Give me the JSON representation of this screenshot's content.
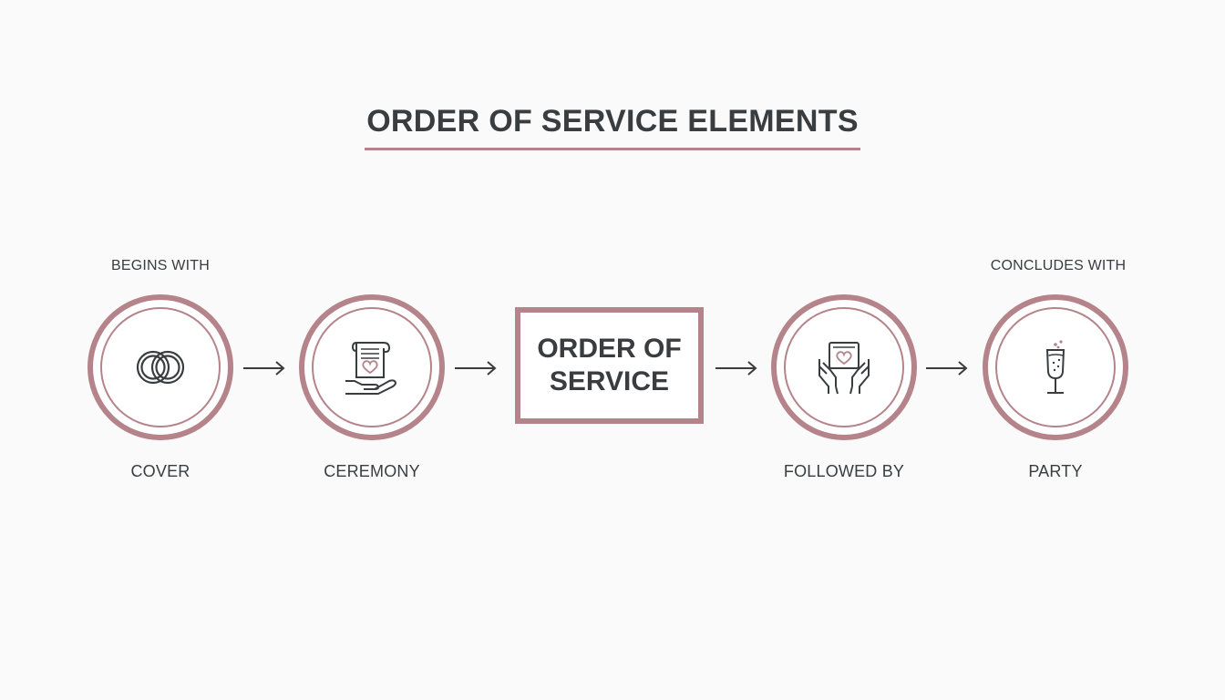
{
  "title": "ORDER OF SERVICE ELEMENTS",
  "top_labels": {
    "start": "BEGINS WITH",
    "end": "CONCLUDES WITH"
  },
  "nodes": [
    {
      "label": "COVER",
      "icon": "wedding-rings-icon"
    },
    {
      "label": "CEREMONY",
      "icon": "scroll-heart-hand-icon"
    },
    {
      "label": "FOLLOWED BY",
      "icon": "hands-holding-card-icon"
    },
    {
      "label": "PARTY",
      "icon": "champagne-glass-icon"
    }
  ],
  "center": {
    "line1": "ORDER OF",
    "line2": "SERVICE"
  },
  "colors": {
    "accent": "#b5838a",
    "text": "#3a3d40",
    "background": "#fafafa"
  }
}
